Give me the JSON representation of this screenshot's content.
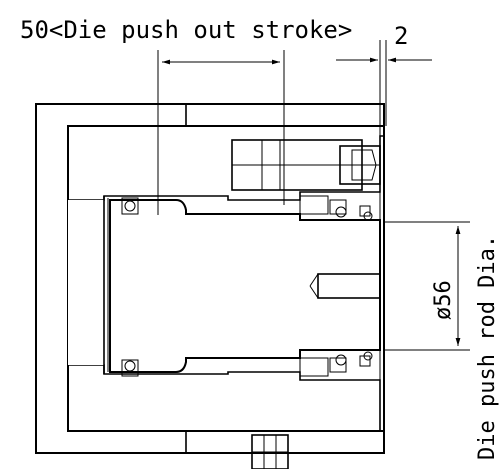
{
  "drawing": {
    "labels": {
      "stroke_dimension": "50<Die push out stroke>",
      "gap_dimension": "2",
      "rod_diameter": "ø56",
      "rod_description": "Die push rod Dia."
    },
    "colors": {
      "line": "#000000",
      "background": "#ffffff"
    }
  }
}
